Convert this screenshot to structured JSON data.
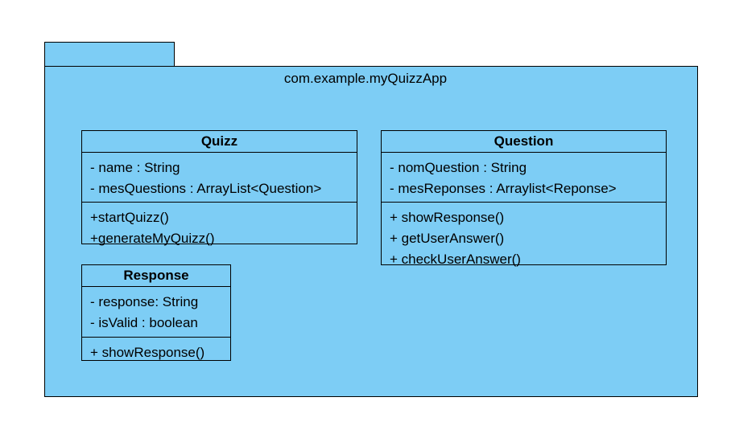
{
  "package": {
    "name": "com.example.myQuizzApp"
  },
  "classes": {
    "quizz": {
      "name": "Quizz",
      "attributes": [
        "- name : String",
        "- mesQuestions : ArrayList<Question>"
      ],
      "methods": [
        "+startQuizz()",
        "+generateMyQuizz()"
      ]
    },
    "question": {
      "name": "Question",
      "attributes": [
        "- nomQuestion : String",
        "- mesReponses : Arraylist<Reponse>"
      ],
      "methods": [
        "+ showResponse()",
        "+ getUserAnswer()",
        "+ checkUserAnswer()"
      ]
    },
    "response": {
      "name": "Response",
      "attributes": [
        "- response: String",
        "- isValid : boolean"
      ],
      "methods": [
        "+ showResponse()"
      ]
    }
  },
  "colors": {
    "package_fill": "#7dcdf5",
    "class_fill": "#7dcdf5",
    "stroke": "#000000"
  }
}
